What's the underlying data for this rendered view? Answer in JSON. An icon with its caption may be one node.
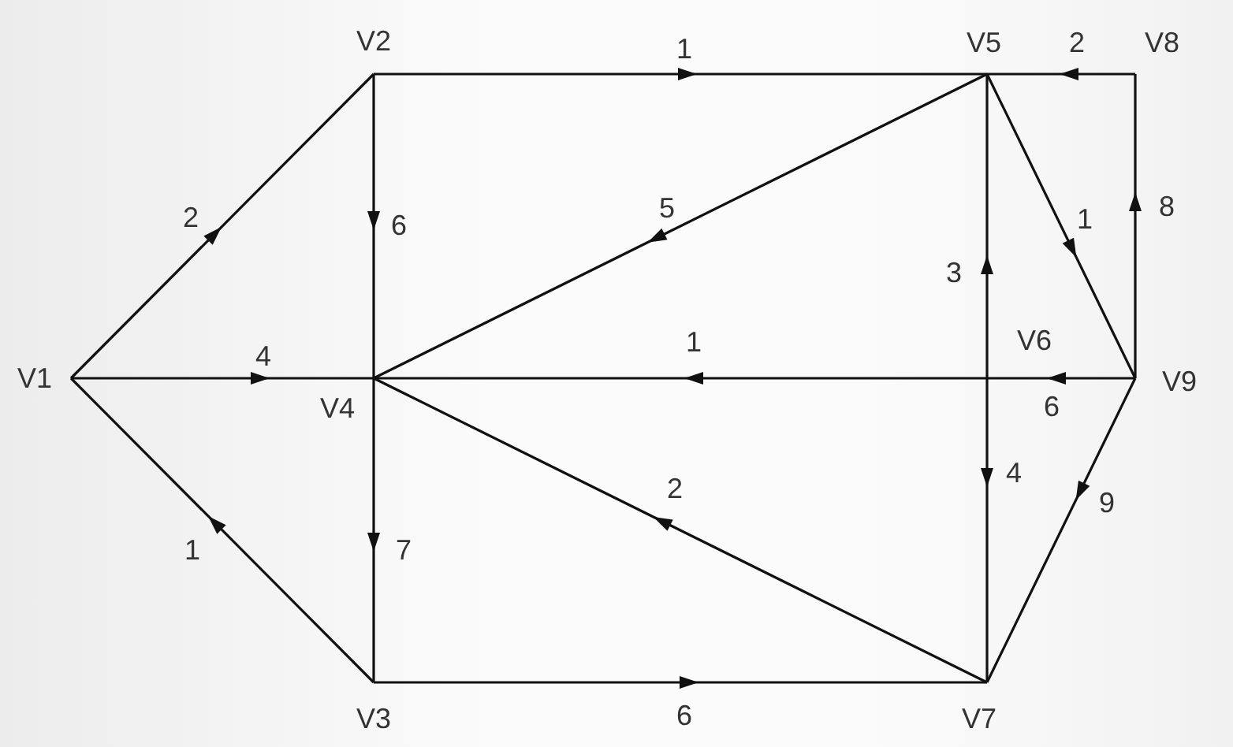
{
  "diagram": {
    "nodes": [
      {
        "text": [
          "V1"
        ]
      },
      {
        "text": [
          "V2"
        ]
      },
      {
        "text": [
          "V3"
        ]
      },
      {
        "text": [
          "V4"
        ]
      },
      {
        "text": [
          "V5"
        ]
      },
      {
        "text": [
          "V6"
        ]
      },
      {
        "text": [
          "V7"
        ]
      },
      {
        "text": [
          "V8"
        ]
      },
      {
        "text": [
          "V9"
        ]
      }
    ],
    "edges": [
      {
        "from": 0,
        "to": 1,
        "label": "2",
        "arrow": "to"
      },
      {
        "from": 0,
        "to": 3,
        "label": "4",
        "arrow": "to"
      },
      {
        "from": 2,
        "to": 0,
        "label": "1",
        "arrow": "to"
      },
      {
        "from": 1,
        "to": 4,
        "label": "1",
        "arrow": "to"
      },
      {
        "from": 1,
        "to": 3,
        "label": "6",
        "arrow": "to"
      },
      {
        "from": 4,
        "to": 3,
        "label": "5",
        "arrow": "to"
      },
      {
        "from": 5,
        "to": 3,
        "label": "1",
        "arrow": "to"
      },
      {
        "from": 8,
        "to": 5,
        "label": "6",
        "arrow": "to"
      },
      {
        "from": 5,
        "to": 4,
        "label": "3",
        "arrow": "to"
      },
      {
        "from": 5,
        "to": 6,
        "label": "4",
        "arrow": "to"
      },
      {
        "from": 4,
        "to": 8,
        "label": "1",
        "arrow": "to"
      },
      {
        "from": 7,
        "to": 4,
        "label": "2",
        "arrow": "to"
      },
      {
        "from": 8,
        "to": 7,
        "label": "8",
        "arrow": "to"
      },
      {
        "from": 8,
        "to": 6,
        "label": "9",
        "arrow": "to"
      },
      {
        "from": 6,
        "to": 3,
        "label": "2",
        "arrow": "to"
      },
      {
        "from": 3,
        "to": 2,
        "label": "7",
        "arrow": "to"
      },
      {
        "from": 2,
        "to": 6,
        "label": "6",
        "arrow": "to"
      }
    ]
  }
}
